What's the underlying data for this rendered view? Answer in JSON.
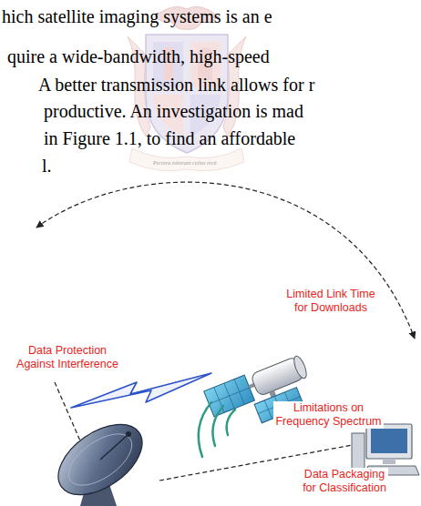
{
  "diagram": {
    "labels": [
      "hich satellite imaging systems is an e",
      "quire a wide-bandwidth, high-speed",
      "A better transmission link allows for r",
      "productive. An investigation is mad",
      "in Figure 1.1, to find an affordable",
      "l.",
      "Pectora roborant cultus recti",
      "Limited Link Time for Downloads",
      "Data Protection Against Interference",
      "Limitations on Frequency Spectrum",
      "Data Packaging for Classification"
    ]
  }
}
